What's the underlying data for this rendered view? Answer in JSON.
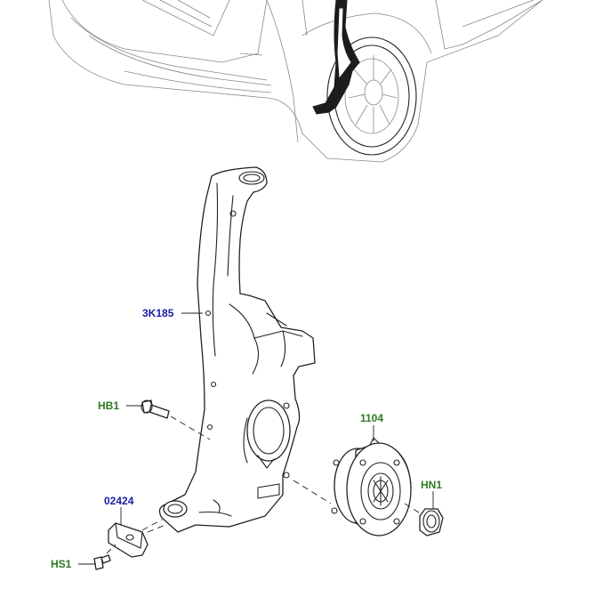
{
  "diagram": {
    "callouts": [
      {
        "id": "3K185",
        "color": "#1a1aa8"
      },
      {
        "id": "HB1",
        "color": "#2b7a1f"
      },
      {
        "id": "1104",
        "color": "#2b7a1f"
      },
      {
        "id": "HN1",
        "color": "#2b7a1f"
      },
      {
        "id": "02424",
        "color": "#1a1aa8"
      },
      {
        "id": "HS1",
        "color": "#2b7a1f"
      }
    ],
    "icons": [
      "vehicle-front-view",
      "steering-knuckle",
      "hub-bolt",
      "wheel-hub-bearing",
      "hub-nut",
      "bracket",
      "screw"
    ]
  }
}
